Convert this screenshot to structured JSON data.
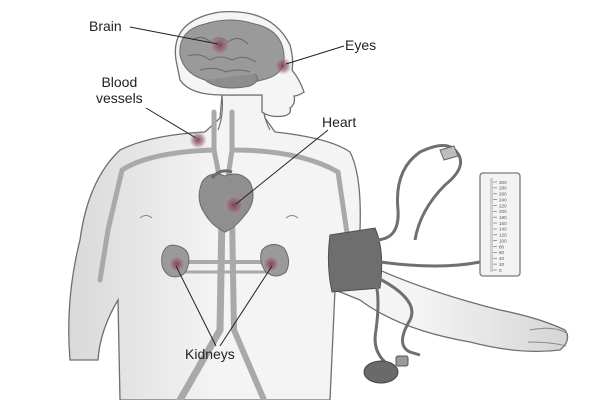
{
  "labels": {
    "brain": "Brain",
    "eyes": "Eyes",
    "blood_vessels_line1": "Blood",
    "blood_vessels_line2": "vessels",
    "heart": "Heart",
    "kidneys": "Kidneys"
  },
  "gauge": {
    "ticks": [
      "300",
      "280",
      "260",
      "240",
      "220",
      "200",
      "180",
      "160",
      "140",
      "120",
      "100",
      "80",
      "60",
      "40",
      "20",
      "0"
    ]
  },
  "colors": {
    "outline": "#6f6f6f",
    "skin_shade": "#e3e3e3",
    "vessel": "#a9a9a9",
    "organ": "#8a8a8a",
    "highlight": "#8e5a68",
    "cuff": "#6e6e6e",
    "gauge_face": "#f3f3f3"
  }
}
